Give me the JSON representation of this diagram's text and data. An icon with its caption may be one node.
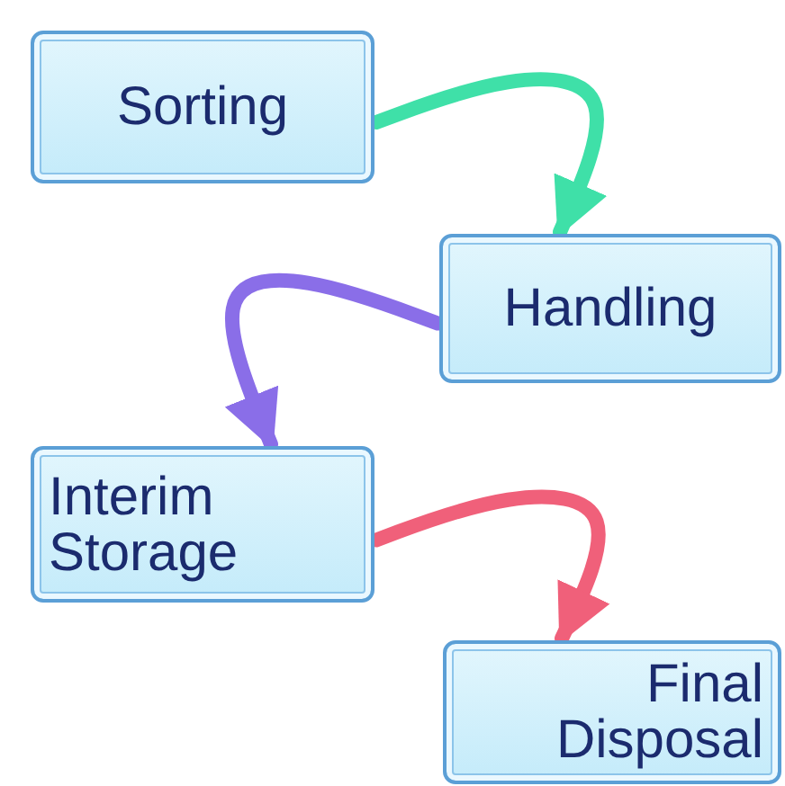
{
  "diagram": {
    "nodes": [
      {
        "text": [
          "Sorting"
        ]
      },
      {
        "text": [
          "Handling"
        ]
      },
      {
        "text": [
          "Interim Storage"
        ]
      },
      {
        "text": [
          "Final Disposal"
        ]
      }
    ],
    "edges": [
      {
        "from": 0,
        "to": 1,
        "arrow": "to",
        "color": "#3fe0a8"
      },
      {
        "from": 1,
        "to": 2,
        "arrow": "to",
        "color": "#8a6ee8"
      },
      {
        "from": 2,
        "to": 3,
        "arrow": "to",
        "color": "#f0607a"
      }
    ]
  }
}
